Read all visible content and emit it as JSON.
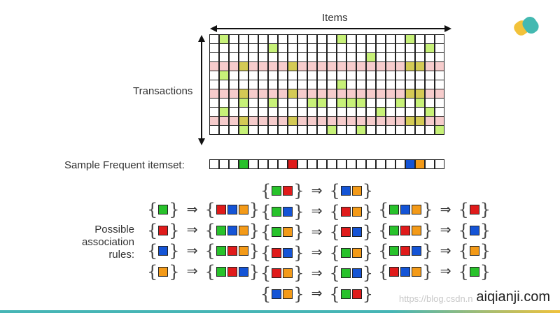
{
  "labels": {
    "items": "Items",
    "transactions": "Transactions",
    "sample": "Sample Frequent itemset:",
    "rules_line1": "Possible",
    "rules_line2": "association",
    "rules_line3": "rules:"
  },
  "colors": {
    "green": "#28c22b",
    "red": "#e01b1b",
    "blue": "#1454d6",
    "orange": "#f39a18",
    "highlight_row": "#f6cccc",
    "item_light_green": "#c7f178",
    "item_olive": "#d4ca55"
  },
  "matrix": {
    "columns": 24,
    "rows": [
      {
        "highlight": false,
        "cells": {
          "1": "g",
          "13": "g",
          "20": "g"
        }
      },
      {
        "highlight": false,
        "cells": {
          "6": "g",
          "22": "g"
        }
      },
      {
        "highlight": false,
        "cells": {
          "16": "g"
        }
      },
      {
        "highlight": true,
        "cells": {
          "3": "o",
          "8": "o",
          "20": "o",
          "21": "o"
        }
      },
      {
        "highlight": false,
        "cells": {
          "1": "g"
        }
      },
      {
        "highlight": false,
        "cells": {
          "13": "g"
        }
      },
      {
        "highlight": true,
        "cells": {
          "3": "o",
          "8": "o",
          "20": "o",
          "21": "o"
        }
      },
      {
        "highlight": false,
        "cells": {
          "3": "g",
          "6": "g",
          "10": "g",
          "11": "g",
          "13": "g",
          "14": "g",
          "15": "g",
          "19": "g",
          "21": "g"
        }
      },
      {
        "highlight": false,
        "cells": {
          "1": "g",
          "17": "g",
          "22": "g"
        }
      },
      {
        "highlight": true,
        "cells": {
          "3": "o",
          "8": "o",
          "20": "o",
          "21": "o"
        }
      },
      {
        "highlight": false,
        "cells": {
          "3": "g",
          "12": "g",
          "15": "g",
          "23": "g"
        }
      }
    ]
  },
  "sample_itemset": {
    "columns": 24,
    "cells": {
      "3": "green",
      "8": "red",
      "20": "blue",
      "21": "orange"
    }
  },
  "rules_left": [
    {
      "lhs": [
        "green"
      ],
      "rhs": [
        "red",
        "blue",
        "orange"
      ]
    },
    {
      "lhs": [
        "red"
      ],
      "rhs": [
        "green",
        "blue",
        "orange"
      ]
    },
    {
      "lhs": [
        "blue"
      ],
      "rhs": [
        "green",
        "red",
        "orange"
      ]
    },
    {
      "lhs": [
        "orange"
      ],
      "rhs": [
        "green",
        "red",
        "blue"
      ]
    }
  ],
  "rules_middle": [
    {
      "lhs": [
        "green",
        "red"
      ],
      "rhs": [
        "blue",
        "orange"
      ]
    },
    {
      "lhs": [
        "green",
        "blue"
      ],
      "rhs": [
        "red",
        "orange"
      ]
    },
    {
      "lhs": [
        "green",
        "orange"
      ],
      "rhs": [
        "red",
        "blue"
      ]
    },
    {
      "lhs": [
        "red",
        "blue"
      ],
      "rhs": [
        "green",
        "orange"
      ]
    },
    {
      "lhs": [
        "red",
        "orange"
      ],
      "rhs": [
        "green",
        "blue"
      ]
    },
    {
      "lhs": [
        "blue",
        "orange"
      ],
      "rhs": [
        "green",
        "red"
      ]
    }
  ],
  "rules_right": [
    {
      "lhs": [
        "green",
        "blue",
        "orange"
      ],
      "rhs": [
        "red"
      ]
    },
    {
      "lhs": [
        "green",
        "red",
        "orange"
      ],
      "rhs": [
        "blue"
      ]
    },
    {
      "lhs": [
        "green",
        "red",
        "blue"
      ],
      "rhs": [
        "orange"
      ]
    },
    {
      "lhs": [
        "red",
        "blue",
        "orange"
      ],
      "rhs": [
        "green"
      ]
    }
  ],
  "arrow_symbol": "⇒",
  "brace_open": "{",
  "brace_close": "}",
  "watermark": "aiqianji.com",
  "watermark_faint": "https://blog.csdn.n"
}
